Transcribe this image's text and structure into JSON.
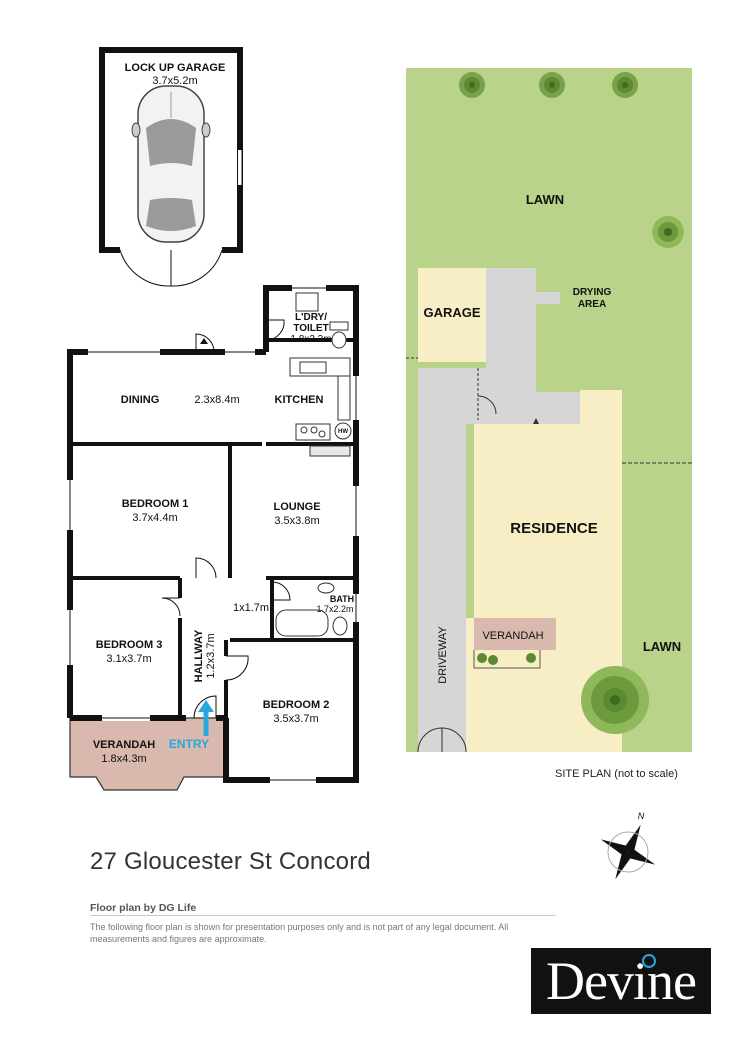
{
  "garage_plan": {
    "label": "LOCK UP GARAGE",
    "dims": "3.7x5.2m"
  },
  "rooms": {
    "laundry": {
      "label_1": "L'DRY/",
      "label_2": "TOILET",
      "dims": "1.8x2.3m"
    },
    "dining": {
      "label": "DINING"
    },
    "dining_kitchen_dims": "2.3x8.4m",
    "kitchen": {
      "label": "KITCHEN",
      "appliance": "HW"
    },
    "bedroom1": {
      "label": "BEDROOM 1",
      "dims": "3.7x4.4m"
    },
    "lounge": {
      "label": "LOUNGE",
      "dims": "3.5x3.8m"
    },
    "passage_dims": "1x1.7m",
    "bath": {
      "label": "BATH",
      "dims": "1.7x2.2m"
    },
    "bedroom3": {
      "label": "BEDROOM 3",
      "dims": "3.1x3.7m"
    },
    "hallway": {
      "label": "HALLWAY",
      "dims": "1.2x3.7m"
    },
    "bedroom2": {
      "label": "BEDROOM 2",
      "dims": "3.5x3.7m"
    },
    "verandah": {
      "label": "VERANDAH",
      "dims": "1.8x4.3m"
    },
    "entry": {
      "label": "ENTRY"
    }
  },
  "site_plan": {
    "lawn_top": "LAWN",
    "drying_1": "DRYING",
    "drying_2": "AREA",
    "garage": "GARAGE",
    "residence": "RESIDENCE",
    "verandah": "VERANDAH",
    "driveway": "DRIVEWAY",
    "lawn_bottom": "LAWN",
    "caption": "SITE PLAN (not to scale)",
    "compass_label": "N"
  },
  "footer": {
    "address": "27 Gloucester St Concord",
    "credit": "Floor plan by DG Life",
    "disclaimer": "The following floor plan is shown for presentation purposes only and is not part of any legal document. All measurements and figures are approximate."
  },
  "brand": {
    "logo_text": "Devine",
    "accent": "#29a7df"
  },
  "colors": {
    "wall": "#111111",
    "verandah_fill": "#d9b9ad",
    "lawn": "#b9d38a",
    "paving": "#d6d6d6",
    "building": "#f8eec6"
  }
}
